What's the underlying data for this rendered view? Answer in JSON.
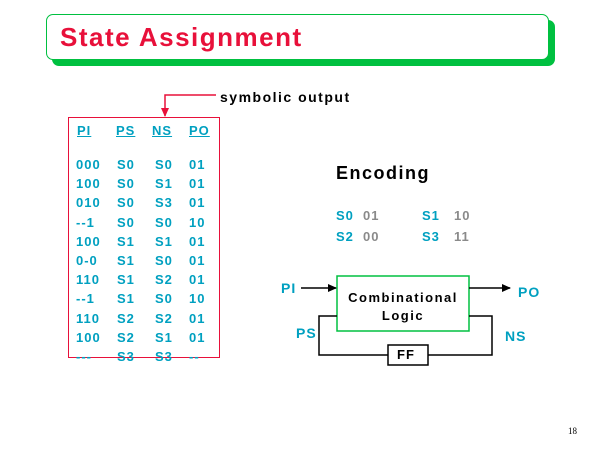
{
  "title": "State Assignment",
  "annotation": "symbolic output",
  "table": {
    "headers": [
      "PI",
      "PS",
      "NS",
      "PO"
    ],
    "rows": [
      [
        "000",
        "S0",
        "S0",
        "01"
      ],
      [
        "100",
        "S0",
        "S1",
        "01"
      ],
      [
        "010",
        "S0",
        "S3",
        "01"
      ],
      [
        "--1",
        "S0",
        "S0",
        "10"
      ],
      [
        "100",
        "S1",
        "S1",
        "01"
      ],
      [
        "0-0",
        "S1",
        "S0",
        "01"
      ],
      [
        "110",
        "S1",
        "S2",
        "01"
      ],
      [
        "--1",
        "S1",
        "S0",
        "10"
      ],
      [
        "110",
        "S2",
        "S2",
        "01"
      ],
      [
        "100",
        "S2",
        "S1",
        "01"
      ],
      [
        "---",
        "S3",
        "S3",
        "--"
      ]
    ]
  },
  "encoding": {
    "title": "Encoding",
    "items": [
      {
        "state": "S0",
        "code": "01"
      },
      {
        "state": "S1",
        "code": "10"
      },
      {
        "state": "S2",
        "code": "00"
      },
      {
        "state": "S3",
        "code": "11"
      }
    ]
  },
  "circuit": {
    "pi": "PI",
    "po": "PO",
    "ps": "PS",
    "ns": "NS",
    "comb_line1": "Combinational",
    "comb_line2": "Logic",
    "ff": "FF"
  },
  "page_number": "18",
  "colors": {
    "title_red": "#e8103a",
    "frame_green": "#00c040",
    "cyan_text": "#00a0c0",
    "gray_text": "#8a8a8a"
  }
}
